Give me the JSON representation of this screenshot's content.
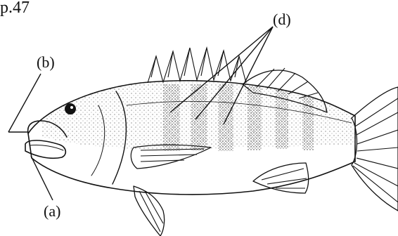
{
  "page_label": "p.47",
  "labels": {
    "a": "(a)",
    "b": "(b)",
    "d": "(d)"
  },
  "colors": {
    "ink": "#111111",
    "stipple": "#555555",
    "background": "#ffffff"
  }
}
